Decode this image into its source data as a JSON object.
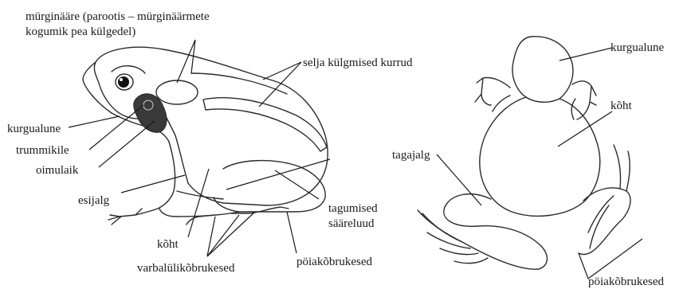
{
  "labels": {
    "murginaare_line1": "mürginääre (parootis – mürginäärmete",
    "murginaare_line2": "kogumik pea külgedel)",
    "selja_kurrud": "selja külgmised kurrud",
    "kurgualune_left": "kurgualune",
    "trummikile": "trummikile",
    "oimulaik": "oimulaik",
    "esijalg": "esijalg",
    "koht_left": "kõht",
    "tagumised_line1": "tagumised",
    "tagumised_line2": "sääreluud",
    "varbaluli": "varbalülikõbrukesed",
    "poiako_left": "pöiakõbrukesed",
    "kurgualune_right": "kurgualune",
    "koht_right": "kõht",
    "tagajalg": "tagajalg",
    "poiako_right": "pöiakõbrukesed"
  },
  "colors": {
    "outline": "#2a2a2a",
    "text": "#1a1a1a",
    "eardrum": "#333333"
  }
}
